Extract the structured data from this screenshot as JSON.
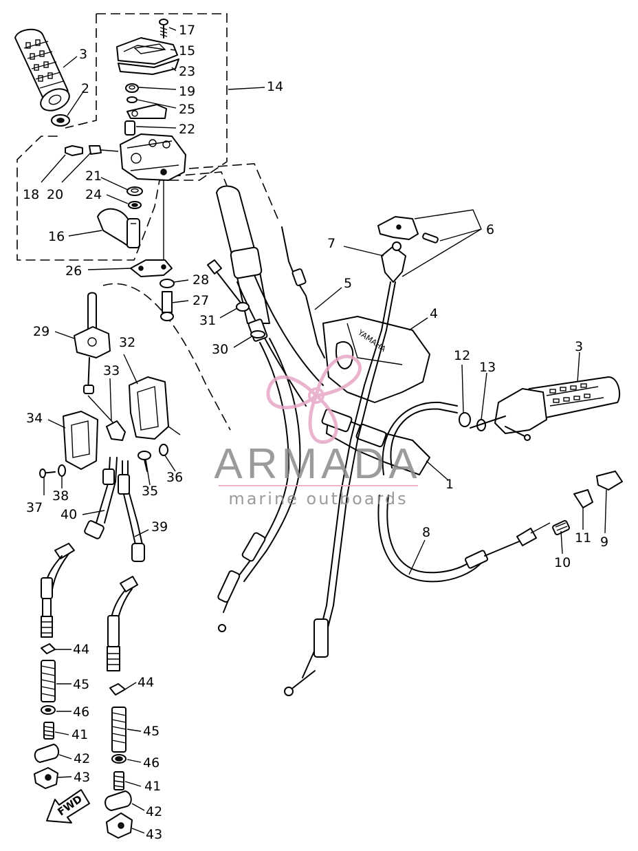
{
  "callouts": [
    {
      "id": "c1",
      "label": "1"
    },
    {
      "id": "c2",
      "label": "2"
    },
    {
      "id": "c3a",
      "label": "3"
    },
    {
      "id": "c3b",
      "label": "3"
    },
    {
      "id": "c4",
      "label": "4"
    },
    {
      "id": "c5",
      "label": "5"
    },
    {
      "id": "c6",
      "label": "6"
    },
    {
      "id": "c7",
      "label": "7"
    },
    {
      "id": "c8",
      "label": "8"
    },
    {
      "id": "c9",
      "label": "9"
    },
    {
      "id": "c10",
      "label": "10"
    },
    {
      "id": "c11",
      "label": "11"
    },
    {
      "id": "c12",
      "label": "12"
    },
    {
      "id": "c13",
      "label": "13"
    },
    {
      "id": "c14",
      "label": "14"
    },
    {
      "id": "c15",
      "label": "15"
    },
    {
      "id": "c16",
      "label": "16"
    },
    {
      "id": "c17",
      "label": "17"
    },
    {
      "id": "c18",
      "label": "18"
    },
    {
      "id": "c19",
      "label": "19"
    },
    {
      "id": "c20",
      "label": "20"
    },
    {
      "id": "c21",
      "label": "21"
    },
    {
      "id": "c22",
      "label": "22"
    },
    {
      "id": "c23",
      "label": "23"
    },
    {
      "id": "c24",
      "label": "24"
    },
    {
      "id": "c25",
      "label": "25"
    },
    {
      "id": "c26",
      "label": "26"
    },
    {
      "id": "c27",
      "label": "27"
    },
    {
      "id": "c28",
      "label": "28"
    },
    {
      "id": "c29",
      "label": "29"
    },
    {
      "id": "c30",
      "label": "30"
    },
    {
      "id": "c31",
      "label": "31"
    },
    {
      "id": "c32",
      "label": "32"
    },
    {
      "id": "c33",
      "label": "33"
    },
    {
      "id": "c34",
      "label": "34"
    },
    {
      "id": "c35",
      "label": "35"
    },
    {
      "id": "c36",
      "label": "36"
    },
    {
      "id": "c37",
      "label": "37"
    },
    {
      "id": "c38",
      "label": "38"
    },
    {
      "id": "c39",
      "label": "39"
    },
    {
      "id": "c40",
      "label": "40"
    },
    {
      "id": "c41a",
      "label": "41"
    },
    {
      "id": "c41b",
      "label": "41"
    },
    {
      "id": "c42a",
      "label": "42"
    },
    {
      "id": "c42b",
      "label": "42"
    },
    {
      "id": "c43a",
      "label": "43"
    },
    {
      "id": "c43b",
      "label": "43"
    },
    {
      "id": "c44a",
      "label": "44"
    },
    {
      "id": "c44b",
      "label": "44"
    },
    {
      "id": "c45a",
      "label": "45"
    },
    {
      "id": "c45b",
      "label": "45"
    },
    {
      "id": "c46a",
      "label": "46"
    },
    {
      "id": "c46b",
      "label": "46"
    }
  ],
  "direction_arrow": {
    "label": "FWD"
  },
  "cover_imprint": {
    "text": "YAMAHA"
  },
  "watermark": {
    "brand": "ARMADA",
    "tagline": "marine outboards",
    "logo_color": "#e7a6c6",
    "text_color": "#8a8a8a"
  }
}
